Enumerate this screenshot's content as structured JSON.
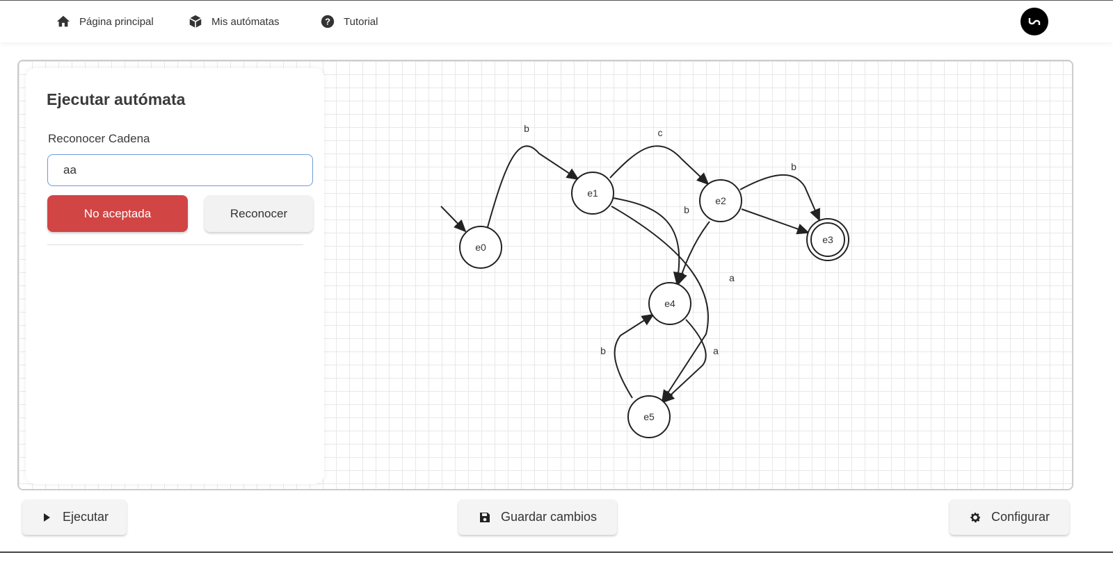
{
  "nav": {
    "home": "Página principal",
    "automata": "Mis autómatas",
    "tutorial": "Tutorial"
  },
  "panel": {
    "title": "Ejecutar autómata",
    "label": "Reconocer Cadena",
    "input_value": "aa",
    "result_button": "No aceptada",
    "recognize_button": "Reconocer"
  },
  "graph": {
    "states": [
      {
        "id": "e0",
        "label": "e0",
        "initial": true
      },
      {
        "id": "e1",
        "label": "e1"
      },
      {
        "id": "e2",
        "label": "e2"
      },
      {
        "id": "e3",
        "label": "e3",
        "final": true
      },
      {
        "id": "e4",
        "label": "e4"
      },
      {
        "id": "e5",
        "label": "e5"
      }
    ],
    "transitions": [
      {
        "from": "e0",
        "to": "e1",
        "symbol": "b"
      },
      {
        "from": "e1",
        "to": "e2",
        "symbol": "c"
      },
      {
        "from": "e2",
        "to": "e3",
        "symbol": "b"
      },
      {
        "from": "e1",
        "to": "e4",
        "symbol": "b"
      },
      {
        "from": "e1",
        "to": "e5",
        "symbol": "a"
      },
      {
        "from": "e5",
        "to": "e4",
        "symbol": "b"
      },
      {
        "from": "e4",
        "to": "e5",
        "symbol": "a"
      }
    ]
  },
  "footer": {
    "run": "Ejecutar",
    "save": "Guardar cambios",
    "config": "Configurar"
  },
  "colors": {
    "reject": "#d14545"
  }
}
